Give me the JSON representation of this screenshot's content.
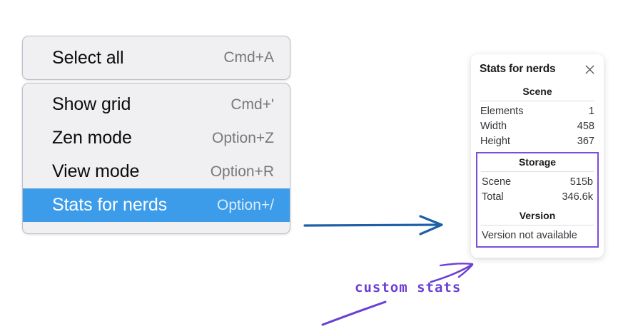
{
  "context_menu": {
    "groups": [
      {
        "items": [
          {
            "label": "Select all",
            "shortcut": "Cmd+A",
            "selected": false
          }
        ]
      },
      {
        "items": [
          {
            "label": "Show grid",
            "shortcut": "Cmd+'",
            "selected": false
          },
          {
            "label": "Zen mode",
            "shortcut": "Option+Z",
            "selected": false
          },
          {
            "label": "View mode",
            "shortcut": "Option+R",
            "selected": false
          },
          {
            "label": "Stats for nerds",
            "shortcut": "Option+/",
            "selected": true
          }
        ]
      }
    ],
    "highlight_color": "#3d9ce9"
  },
  "stats_panel": {
    "title": "Stats for nerds",
    "close_icon": "close-icon",
    "sections": [
      {
        "name": "Scene",
        "rows": [
          {
            "label": "Elements",
            "value": "1"
          },
          {
            "label": "Width",
            "value": "458"
          },
          {
            "label": "Height",
            "value": "367"
          }
        ]
      },
      {
        "name": "Storage",
        "rows": [
          {
            "label": "Scene",
            "value": "515b"
          },
          {
            "label": "Total",
            "value": "346.6k"
          }
        ]
      },
      {
        "name": "Version",
        "text": "Version not available"
      }
    ],
    "highlight_border_color": "#7c4ddb"
  },
  "annotations": {
    "arrow_blue_color": "#1f5fa8",
    "handwriting_color": "#6a3fd4",
    "note": "custom stats"
  }
}
